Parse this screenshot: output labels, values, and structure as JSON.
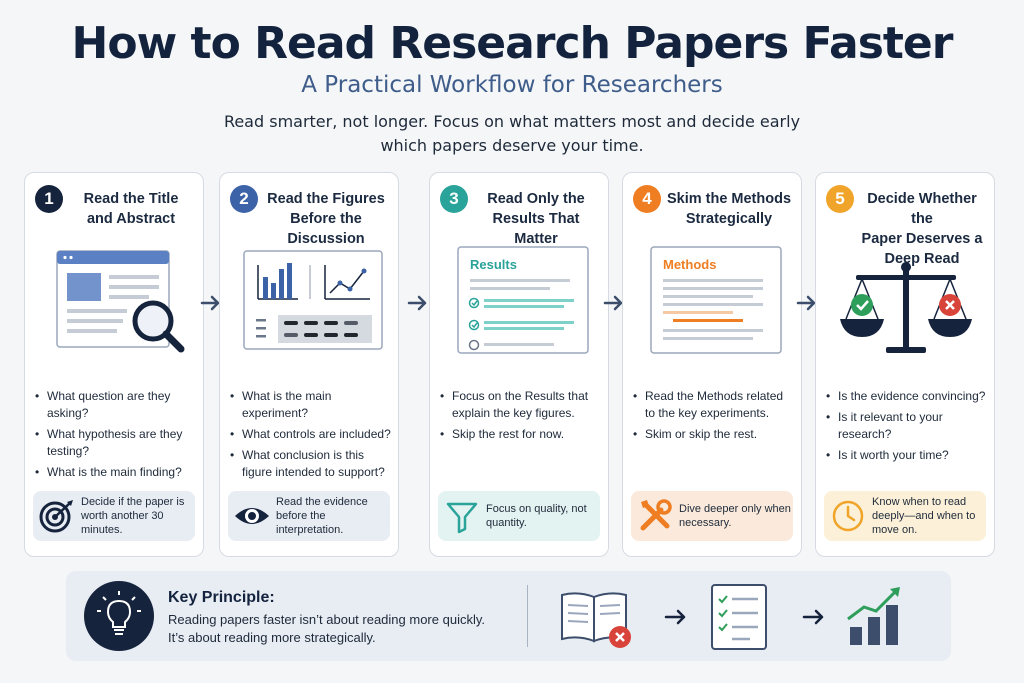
{
  "header": {
    "title": "How to Read Research Papers Faster",
    "subtitle": "A Practical Workflow for Researchers",
    "intro_line1": "Read smarter, not longer. Focus on what matters most and decide early",
    "intro_line2": "which papers deserve your time."
  },
  "colors": {
    "step1": "#15233c",
    "step2": "#3c63a8",
    "step3": "#2aa39a",
    "step4": "#ef7d22",
    "step5": "#f0a52a",
    "check_green": "#2e9e5b",
    "cross_red": "#d9443a"
  },
  "steps": [
    {
      "number": "1",
      "title_line1": "Read the Title",
      "title_line2": "and Abstract",
      "title_line3": "",
      "illustration": "document-magnifier",
      "bullets": [
        "What question are they asking?",
        "What hypothesis are they testing?",
        "What is the main finding?"
      ],
      "tip_icon": "target-icon",
      "tip": "Decide if the paper is worth another 30 minutes."
    },
    {
      "number": "2",
      "title_line1": "Read the Figures",
      "title_line2": "Before the Discussion",
      "title_line3": "",
      "illustration": "figures-panel",
      "bullets": [
        "What is the main experiment?",
        "What controls are included?",
        "What conclusion is this figure intended to support?"
      ],
      "tip_icon": "eye-icon",
      "tip": "Read the evidence before the interpretation."
    },
    {
      "number": "3",
      "title_line1": "Read Only the",
      "title_line2": "Results That Matter",
      "title_line3": "",
      "illustration": "results-checklist",
      "panel_label": "Results",
      "bullets": [
        "Focus on the Results that explain the key figures.",
        "Skip the rest for now."
      ],
      "tip_icon": "funnel-icon",
      "tip": "Focus on quality, not quantity."
    },
    {
      "number": "4",
      "title_line1": "Skim the Methods",
      "title_line2": "Strategically",
      "title_line3": "",
      "illustration": "methods-document",
      "panel_label": "Methods",
      "bullets": [
        "Read the Methods related to the key experiments.",
        "Skim or skip the rest."
      ],
      "tip_icon": "tools-icon",
      "tip": "Dive deeper only when necessary."
    },
    {
      "number": "5",
      "title_line1": "Decide Whether the",
      "title_line2": "Paper Deserves a",
      "title_line3": "Deep Read",
      "illustration": "balance-scale",
      "bullets": [
        "Is the evidence convincing?",
        "Is it relevant to your research?",
        "Is it worth your time?"
      ],
      "tip_icon": "clock-icon",
      "tip": "Know when to read deeply—and when to move on."
    }
  ],
  "principle": {
    "title": "Key Principle:",
    "line1": "Reading papers faster isn’t about reading more quickly.",
    "line2": "It’s about reading more strategically."
  }
}
